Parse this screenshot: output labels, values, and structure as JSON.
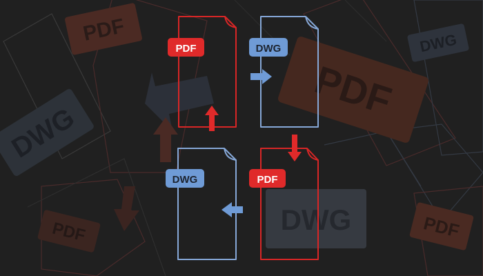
{
  "labels": {
    "top_left_file": "PDF",
    "top_right_file": "DWG",
    "bottom_left_file": "DWG",
    "bottom_right_file": "PDF"
  },
  "background_labels": {
    "top_left_tag": "PDF",
    "top_right_tag": "DWG",
    "center_right_tag": "PDF",
    "left_tag": "DWG",
    "bottom_left_tag": "PDF",
    "bottom_center_tag": "DWG",
    "bottom_right_tag": "PDF"
  },
  "colors": {
    "background": "#202020",
    "pdf_red": "#e02a2a",
    "dwg_blue": "#6f9bd6",
    "file_outline_red": "#d92626",
    "file_outline_blue": "#86a8d8"
  },
  "icons": {
    "arrow_up": "arrow-up-icon",
    "arrow_right": "arrow-right-icon",
    "arrow_down": "arrow-down-icon",
    "arrow_left": "arrow-left-icon"
  }
}
